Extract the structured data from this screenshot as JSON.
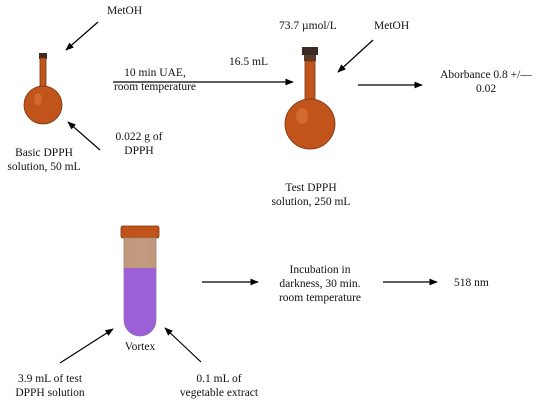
{
  "labels": {
    "metoh_top_left": "MetOH",
    "basic_flask": [
      "Basic DPPH",
      "solution, 50 mL"
    ],
    "dpph_mass": [
      "0.022 g of",
      "DPPH"
    ],
    "uae_step": [
      "10 min UAE,",
      "room temperature"
    ],
    "volume_transfer": "16.5 mL",
    "concentration": "73.7 µmol/L",
    "metoh_top_right": "MetOH",
    "test_flask": [
      "Test DPPH",
      "solution, 250 mL"
    ],
    "absorbance": [
      "Aborbance 0.8 +/—",
      "0.02"
    ],
    "tube_caption": "Vortex",
    "incubation": [
      "Incubation in",
      "darkness, 30 min.",
      "room temperature"
    ],
    "wavelength": "518 nm",
    "test_solution_volume": [
      "3.9 mL of test",
      "DPPH solution"
    ],
    "extract_volume": [
      "0.1 mL of",
      "vegetable extract"
    ]
  },
  "colors": {
    "flask": "#c0541a",
    "flask_stroke": "#7a3410",
    "tube_liquid": "#9b5fd6",
    "tube_cap": "#c0541a",
    "arrow": "#000000"
  }
}
